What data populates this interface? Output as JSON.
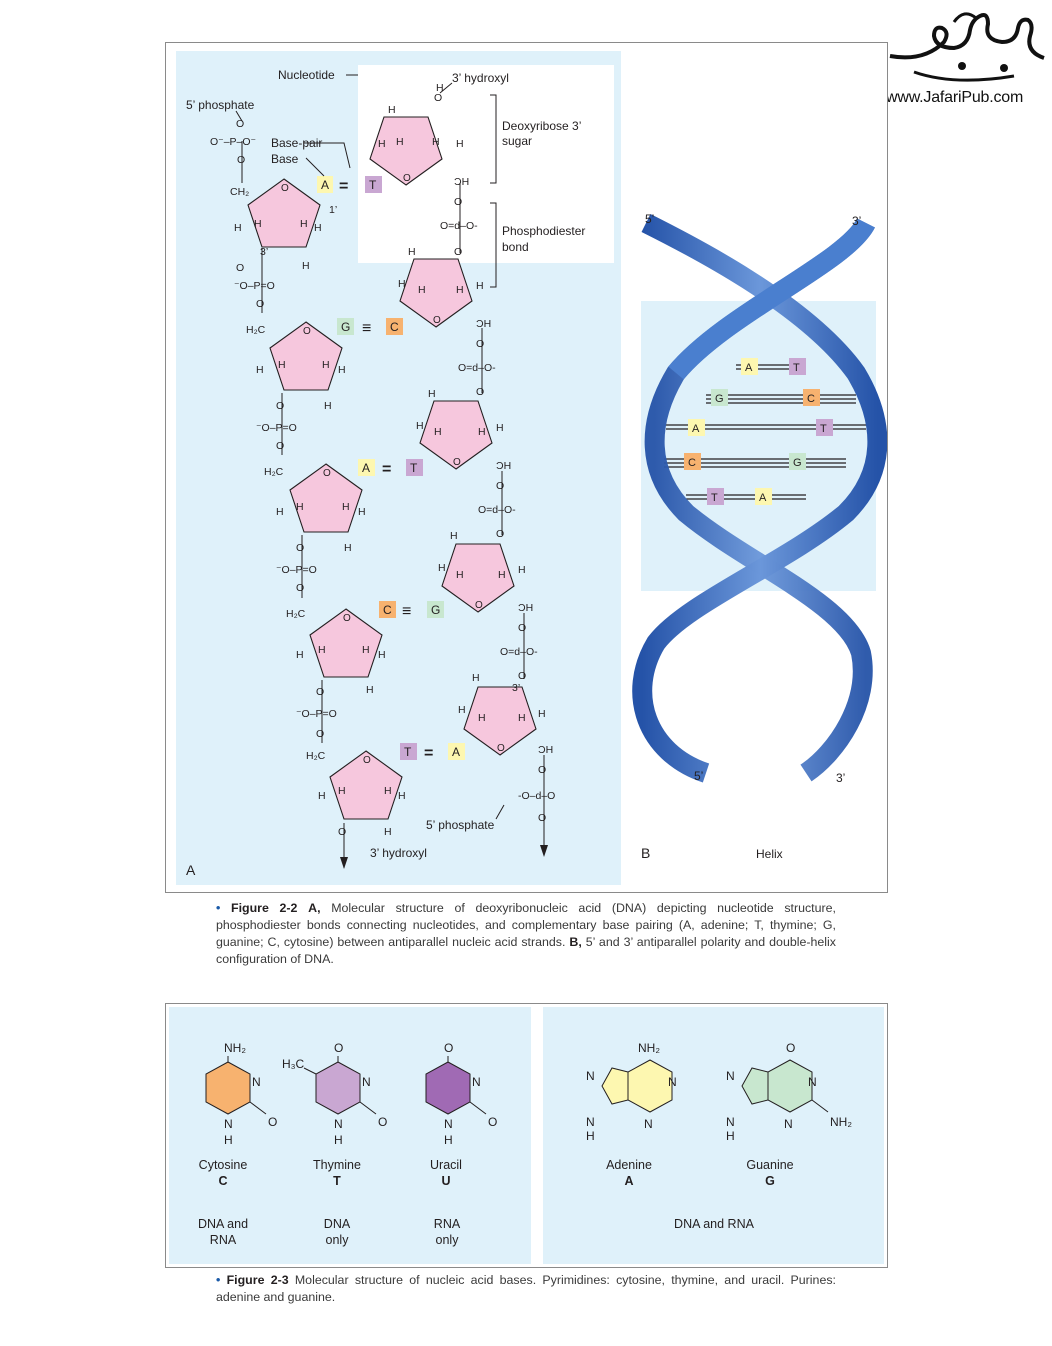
{
  "watermark": {
    "url": "www.JafariPub.com"
  },
  "figure_2_2": {
    "panel_a_label": "A",
    "panel_b_label": "B",
    "labels": {
      "nucleotide": "Nucleotide",
      "five_phosphate_top": "5’ phosphate",
      "three_hydroxyl_top": "3’ hydroxyl",
      "deoxyribose": "Deoxyribose 3’",
      "sugar": "sugar",
      "base_pair": "Base-pair",
      "base": "Base",
      "phosphodiester": "Phosphodiester",
      "bond": "bond",
      "five_phosphate_bottom": "5’ phosphate",
      "three_hydroxyl_bottom": "3’ hydroxyl",
      "one_prime": "1’",
      "three_prime": "3’"
    },
    "pairs": [
      {
        "left": "A",
        "bond": "=",
        "right": "T"
      },
      {
        "left": "G",
        "bond": "≡",
        "right": "C"
      },
      {
        "left": "A",
        "bond": "=",
        "right": "T"
      },
      {
        "left": "C",
        "bond": "≡",
        "right": "G"
      },
      {
        "left": "T",
        "bond": "=",
        "right": "A"
      }
    ],
    "helix": {
      "title": "Helix",
      "top_left": "5’",
      "top_right": "3’",
      "bottom_left": "5’",
      "bottom_right": "3’",
      "rungs": [
        {
          "left": "A",
          "right": "T"
        },
        {
          "left": "G",
          "right": "C"
        },
        {
          "left": "A",
          "right": "T"
        },
        {
          "left": "C",
          "right": "G"
        },
        {
          "left": "T",
          "right": "A"
        }
      ]
    },
    "caption": {
      "number": "Figure 2-2",
      "a_label": "A,",
      "text_1": "Molecular structure of deoxyribonucleic acid (DNA) depicting nucleotide structure, phosphodiester bonds connecting nucleotides, and complementary base pairing (A, adenine; T, thymine; G, guanine; C, cytosine) between antiparallel nucleic acid strands.",
      "b_label": "B,",
      "text_2": "5’ and 3’ antiparallel polarity and double-helix configuration of DNA."
    }
  },
  "figure_2_3": {
    "bases": [
      {
        "name": "Cytosine",
        "letter": "C",
        "occurs": [
          "DNA and",
          "RNA"
        ]
      },
      {
        "name": "Thymine",
        "letter": "T",
        "occurs": [
          "DNA",
          "only"
        ]
      },
      {
        "name": "Uracil",
        "letter": "U",
        "occurs": [
          "RNA",
          "only"
        ]
      },
      {
        "name": "Adenine",
        "letter": "A"
      },
      {
        "name": "Guanine",
        "letter": "G"
      }
    ],
    "purine_occurs": "DNA and RNA",
    "caption": {
      "number": "Figure 2-3",
      "text": "Molecular structure of nucleic acid bases. Pyrimidines: cytosine, thymine, and uracil. Purines: adenine and guanine."
    }
  },
  "colors": {
    "panel_bg": "#dff1fa",
    "sugar_fill": "#f6c7dd",
    "base_A": "#fdf7b0",
    "base_T": "#c9a7d2",
    "base_G": "#c8e7cf",
    "base_C": "#f7b26f",
    "helix_blue": "#3b6ec0",
    "uracil_fill": "#a06ab4"
  }
}
